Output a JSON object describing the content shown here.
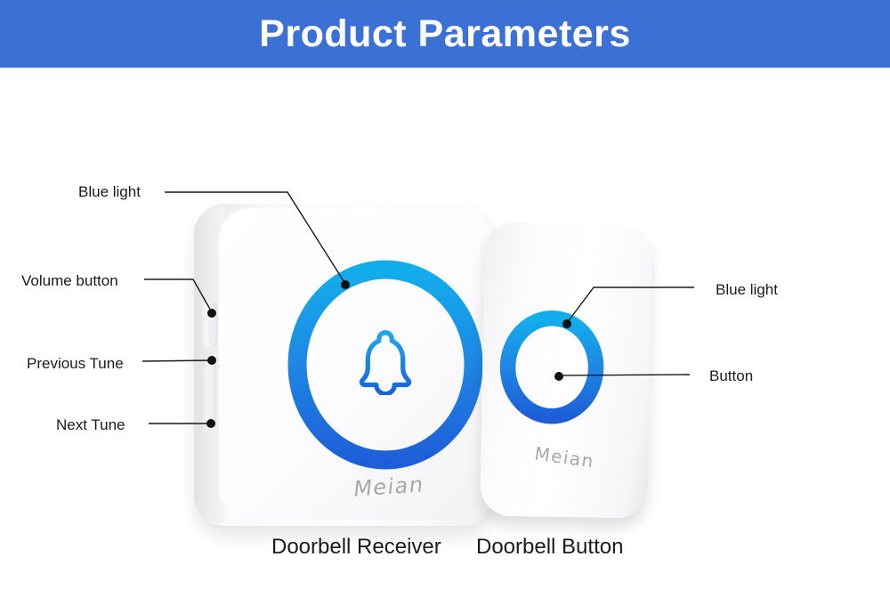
{
  "header": {
    "title": "Product Parameters"
  },
  "callouts": [
    {
      "id": "blue-light-receiver",
      "label": "Blue light"
    },
    {
      "id": "volume-button",
      "label": "Volume button"
    },
    {
      "id": "previous-tune",
      "label": "Previous Tune"
    },
    {
      "id": "next-tune",
      "label": "Next Tune"
    },
    {
      "id": "blue-light-button",
      "label": "Blue light"
    },
    {
      "id": "button",
      "label": "Button"
    }
  ],
  "devices": {
    "receiver": {
      "brand": "Meian",
      "caption": "Doorbell Receiver"
    },
    "button": {
      "brand": "Meian",
      "caption": "Doorbell Button"
    }
  },
  "icons": {
    "bell": "bell-icon",
    "receiver_ring": "blue-light-ring",
    "button_ring": "blue-light-ring"
  },
  "colors": {
    "banner_bg": "#3B71D4",
    "banner_text": "#FFFFFF",
    "ring_gradient_top": "#12AEEC",
    "ring_gradient_bottom": "#1D5FD8",
    "label_text": "#1A1A1A",
    "brand_text": "#A8A8AC"
  }
}
